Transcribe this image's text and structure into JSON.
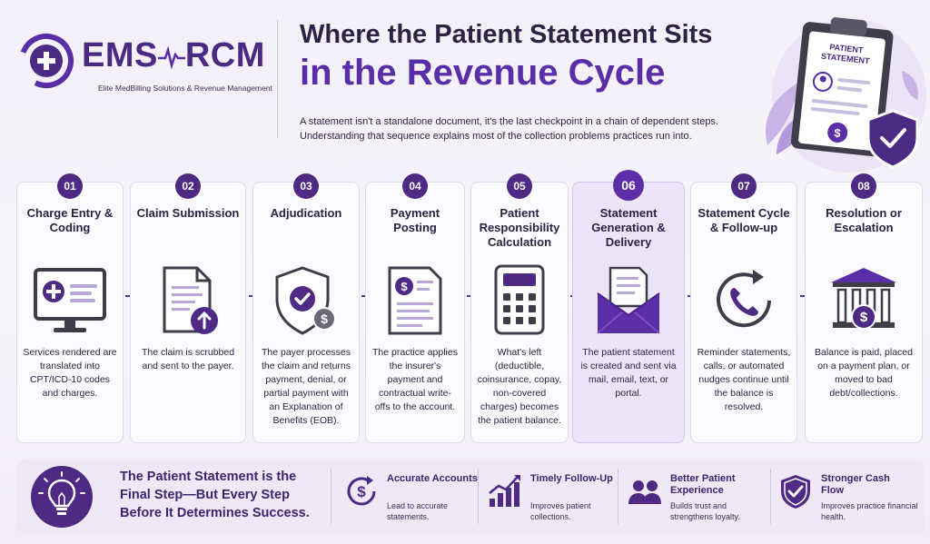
{
  "brand": {
    "name_left": "EMS",
    "name_right": "RCM",
    "tagline": "Elite MedBilling Solutions & Revenue Management"
  },
  "header": {
    "title_line1": "Where the Patient Statement Sits",
    "title_line2": "in the Revenue Cycle",
    "subtitle": "A statement isn't a standalone document, it's the last checkpoint in a chain of dependent steps. Understanding that sequence explains most of the collection problems practices run into."
  },
  "hero": {
    "clipboard_label_line1": "PATIENT",
    "clipboard_label_line2": "STATEMENT"
  },
  "steps": [
    {
      "num": "01",
      "title": "Charge Entry & Coding",
      "icon": "computer-monitor-icon",
      "desc": "Services rendered are translated into CPT/ICD-10 codes and charges."
    },
    {
      "num": "02",
      "title": "Claim Submission",
      "icon": "document-upload-icon",
      "desc": "The claim is scrubbed and sent to the payer."
    },
    {
      "num": "03",
      "title": "Adjudication",
      "icon": "shield-check-icon",
      "desc": "The payer processes the claim and returns payment, denial, or partial payment with an Explanation of Benefits (EOB)."
    },
    {
      "num": "04",
      "title": "Payment Posting",
      "icon": "payment-document-icon",
      "desc": "The practice applies the insurer's payment and contractual write-offs to the account."
    },
    {
      "num": "05",
      "title": "Patient Responsibility Calculation",
      "icon": "calculator-icon",
      "desc": "What's left (deductible, coinsurance, copay, non-covered charges) becomes the patient balance."
    },
    {
      "num": "06",
      "title": "Statement Generation & Delivery",
      "icon": "envelope-icon",
      "desc": "The patient statement is created and sent via mail, email, text, or portal."
    },
    {
      "num": "07",
      "title": "Statement Cycle & Follow-up",
      "icon": "phone-cycle-icon",
      "desc": "Reminder statements, calls, or automated nudges continue until the balance is resolved."
    },
    {
      "num": "08",
      "title": "Resolution or Escalation",
      "icon": "bank-icon",
      "desc": "Balance is paid, placed on a payment plan, or moved to bad debt/collections."
    }
  ],
  "footer": {
    "main_text": "The Patient Statement is the Final Step—But Every Step Before It Determines Success.",
    "benefits": [
      {
        "icon": "dollar-cycle-icon",
        "title": "Accurate Accounts",
        "text": "Lead to accurate statements."
      },
      {
        "icon": "growth-chart-icon",
        "title": "Timely Follow-Up",
        "text": "Improves patient collections."
      },
      {
        "icon": "people-icon",
        "title": "Better Patient Experience",
        "text": "Builds trust and strengthens loyalty."
      },
      {
        "icon": "shield-check-icon",
        "title": "Stronger Cash Flow",
        "text": "Improves practice financial health."
      }
    ]
  },
  "colors": {
    "primary": "#4e2a84",
    "accent": "#5a2ea6",
    "light_bg": "#f4f0fa",
    "active_card": "#ece4f8"
  }
}
